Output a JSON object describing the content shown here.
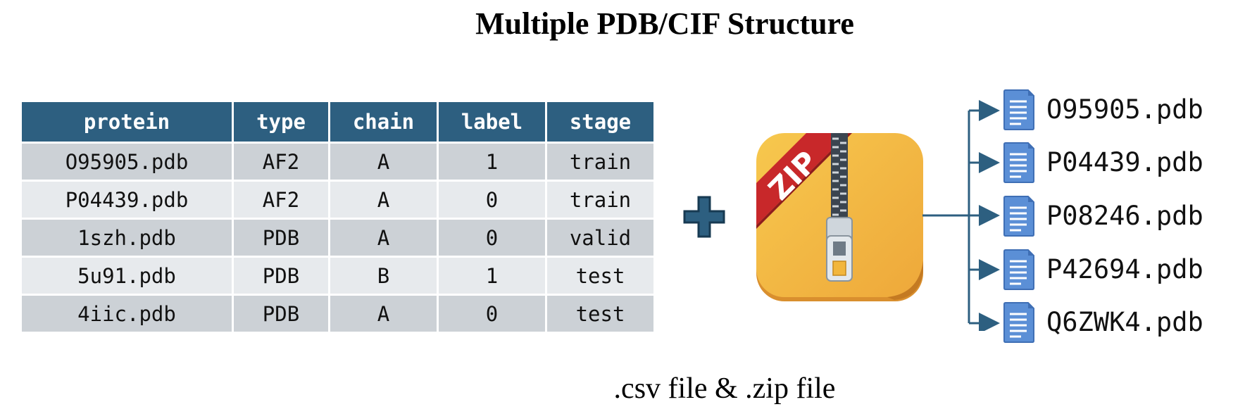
{
  "title": "Multiple PDB/CIF Structure",
  "table": {
    "headers": [
      "protein",
      "type",
      "chain",
      "label",
      "stage"
    ],
    "rows": [
      [
        "O95905.pdb",
        "AF2",
        "A",
        "1",
        "train"
      ],
      [
        "P04439.pdb",
        "AF2",
        "A",
        "0",
        "train"
      ],
      [
        "1szh.pdb",
        "PDB",
        "A",
        "0",
        "valid"
      ],
      [
        "5u91.pdb",
        "PDB",
        "B",
        "1",
        "test"
      ],
      [
        "4iic.pdb",
        "PDB",
        "A",
        "0",
        "test"
      ]
    ]
  },
  "zip_label": "ZIP",
  "files": [
    "O95905.pdb",
    "P04439.pdb",
    "P08246.pdb",
    "P42694.pdb",
    "Q6ZWK4.pdb"
  ],
  "caption": ".csv file & .zip file",
  "colors": {
    "header_bg": "#2d5f80",
    "row_odd": "#ccd1d6",
    "row_even": "#e7eaed",
    "arrow": "#2d5f80",
    "doc_icon": "#5b8fd6",
    "zip_body": "#f2b63c",
    "zip_ribbon": "#c8282a"
  },
  "icons": {
    "plus": "plus-icon",
    "zip": "zip-archive-icon",
    "file": "document-icon"
  }
}
